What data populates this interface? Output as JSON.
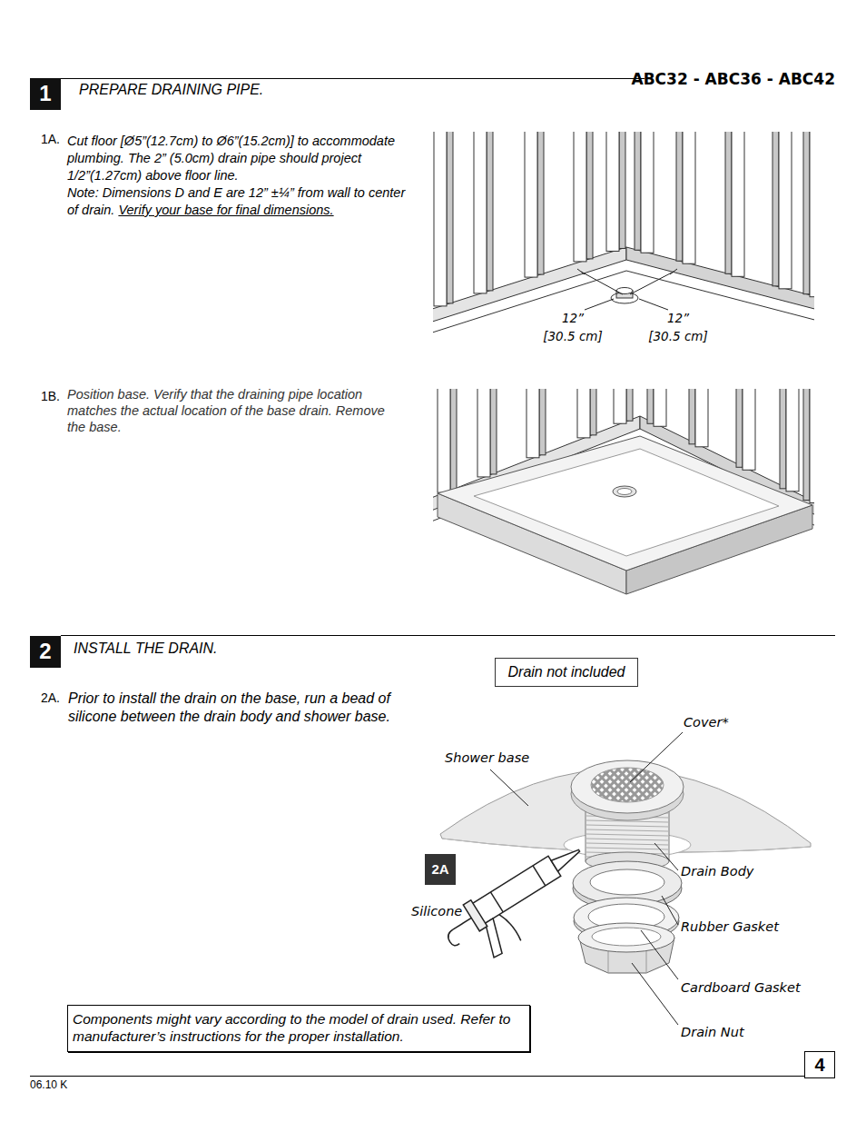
{
  "diagram": {
    "nodes": [
      {
        "text": [
          "1"
        ]
      },
      {
        "text": [
          "2"
        ]
      },
      {
        "text": [
          "Drain not included"
        ]
      },
      {
        "text": [
          "2A"
        ]
      },
      {
        "text": [
          "Components might vary according to the model of drain used. Refer to manufacturer’s instructions for the proper installation."
        ]
      },
      {
        "text": [
          "4"
        ]
      }
    ],
    "labels": [
      "ABC32 - ABC36 - ABC42",
      "PREPARE DRAINING PIPE.",
      "1A.",
      "Cut floor [Ø5”(12.7cm) to Ø6”(15.2cm)] to accommodate plumbing. The 2” (5.0cm) drain pipe should project 1/2”(1.27cm) above floor line.",
      "Note: Dimensions D and E are 12” ±¼” from wall to center of drain.",
      "Verify your base for final dimensions.",
      "12”",
      "[30.5 cm]",
      "12”",
      "[30.5 cm]",
      "1B.",
      "Position base. Verify that the draining pipe location matches the actual location of the base drain. Remove the base.",
      "INSTALL THE DRAIN.",
      "2A.",
      "Prior to install the drain on the base, run a bead of silicone between the drain body and shower base.",
      "Shower base",
      "Cover*",
      "Drain Body",
      "Rubber Gasket",
      "Cardboard Gasket",
      "Drain Nut",
      "Silicone",
      "06.10 K"
    ]
  }
}
